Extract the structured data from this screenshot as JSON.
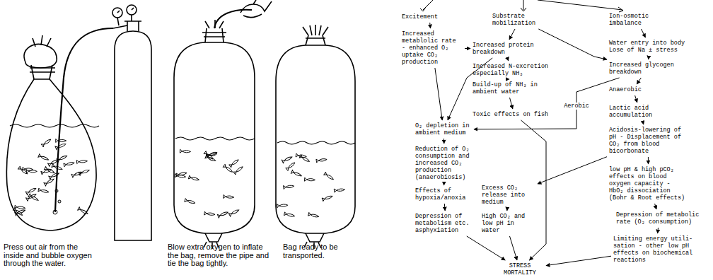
{
  "diagram": {
    "nodes": [
      {
        "text": [
          "Excitement"
        ]
      },
      {
        "text": [
          "Substrate mobilization"
        ]
      },
      {
        "text": [
          "Ion-osmotic imbalance"
        ]
      },
      {
        "text": [
          "Increased metablolic rate - enhanced O₂ uptake CO₂ production"
        ]
      },
      {
        "text": [
          "Increased protein breakdown"
        ]
      },
      {
        "text": [
          "Water entry into body Lose of Na ± stress"
        ]
      },
      {
        "text": [
          "Increased N-excretion especially NH₃"
        ]
      },
      {
        "text": [
          "Increased glycogen breakdown"
        ]
      },
      {
        "text": [
          "Build-up of NH₃ in ambient water"
        ]
      },
      {
        "text": [
          "Anaerobic"
        ]
      },
      {
        "text": [
          "Toxic effects on fish"
        ]
      },
      {
        "text": [
          "Lactic acid accumulation"
        ]
      },
      {
        "text": [
          "O₂ depletion in ambient medium"
        ]
      },
      {
        "text": [
          "Acidosis-lowering of pH - Displacement of CO₂ from blood bicorbonate"
        ]
      },
      {
        "text": [
          "Reduction of O₂ consumption and increased CO₂ production (anaerobiosis)"
        ]
      },
      {
        "text": [
          "low pH & high pCO₂ effects on blood oxygen capacity - HbO₂ dissociation (Bohr & Root effects)"
        ]
      },
      {
        "text": [
          "Excess CO₂ release into medium"
        ]
      },
      {
        "text": [
          "Effects of hypoxia/anoxia"
        ]
      },
      {
        "text": [
          "High CO₂ and low pH in water"
        ]
      },
      {
        "text": [
          "Depression of metabolic rate (O₂ consumption)"
        ]
      },
      {
        "text": [
          "Depression of metabolism etc. asphyxiation"
        ]
      },
      {
        "text": [
          "Limiting energy utili- sation - other low pH effects on biochemical reactions"
        ]
      },
      {
        "text": [
          "STRESS MORTALITY"
        ]
      }
    ],
    "edges": [
      {
        "from": 0,
        "to": 3,
        "arrow": "to"
      },
      {
        "from": 1,
        "to": 4,
        "arrow": "to"
      },
      {
        "from": 2,
        "to": 5,
        "arrow": "to"
      },
      {
        "from": 3,
        "to": 4,
        "arrow": "to"
      },
      {
        "from": 4,
        "to": 6,
        "arrow": "to"
      },
      {
        "from": 6,
        "to": 8,
        "arrow": "to"
      },
      {
        "from": 8,
        "to": 10,
        "arrow": "to"
      },
      {
        "from": 5,
        "to": 7,
        "arrow": "to"
      },
      {
        "from": 1,
        "to": 7,
        "arrow": "to"
      },
      {
        "from": 7,
        "to": 9,
        "arrow": "to"
      },
      {
        "from": 9,
        "to": 11,
        "arrow": "to"
      },
      {
        "from": 11,
        "to": 13,
        "arrow": "to"
      },
      {
        "from": 13,
        "to": 15,
        "arrow": "to"
      },
      {
        "from": 15,
        "to": 19,
        "arrow": "to"
      },
      {
        "from": 19,
        "to": 21,
        "arrow": "to"
      },
      {
        "from": 21,
        "to": 22,
        "arrow": "to"
      },
      {
        "from": 3,
        "to": 12,
        "arrow": "to"
      },
      {
        "from": 4,
        "to": 12,
        "arrow": "to"
      },
      {
        "from": 7,
        "to": 12,
        "label": "Aerobic",
        "arrow": "to"
      },
      {
        "from": 12,
        "to": 14,
        "arrow": "to"
      },
      {
        "from": 14,
        "to": 17,
        "arrow": "to"
      },
      {
        "from": 17,
        "to": 20,
        "arrow": "to"
      },
      {
        "from": 20,
        "to": 22,
        "arrow": "to"
      },
      {
        "from": 10,
        "to": 22,
        "arrow": "to"
      },
      {
        "from": 13,
        "to": 16,
        "arrow": "to"
      },
      {
        "from": 16,
        "to": 18,
        "arrow": "to"
      },
      {
        "from": 18,
        "to": 22,
        "arrow": "to"
      }
    ],
    "labels": [
      "Press out air from the inside and bubble oxygen through the water.",
      "Blow extra oxygen to inflate the bag, remove the pipe and tie the bag tightly.",
      "Bag ready to be transported."
    ]
  }
}
